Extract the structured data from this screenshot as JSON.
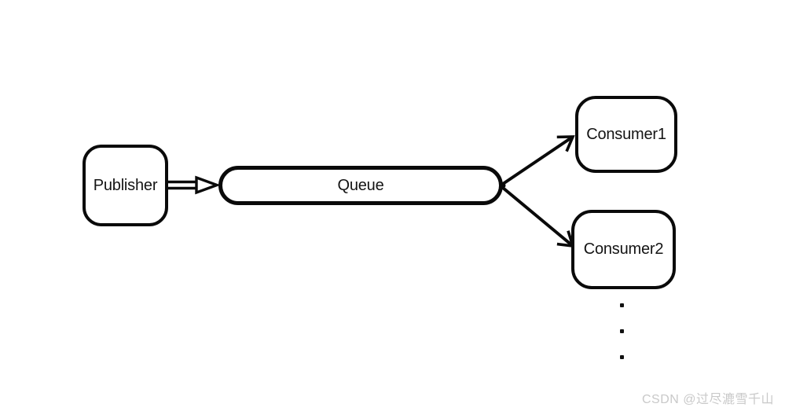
{
  "canvas": {
    "background": "#ffffff",
    "stroke_color": "#0a0a0a"
  },
  "diagram": {
    "title": "message-queue-fanout-diagram",
    "nodes": [
      {
        "id": "publisher",
        "label": "Publisher",
        "shape": "rounded-rect"
      },
      {
        "id": "queue",
        "label": "Queue",
        "shape": "pill"
      },
      {
        "id": "consumer1",
        "label": "Consumer1",
        "shape": "rounded-rect"
      },
      {
        "id": "consumer2",
        "label": "Consumer2",
        "shape": "rounded-rect"
      }
    ],
    "edges": [
      {
        "from": "publisher",
        "to": "queue",
        "style": "double-line-open-head"
      },
      {
        "from": "queue",
        "to": "consumer1",
        "style": "line-open-head"
      },
      {
        "from": "queue",
        "to": "consumer2",
        "style": "line-open-head"
      }
    ],
    "ellipsis_dots": 3
  },
  "watermark": {
    "text": "CSDN @过尽漉雪千山",
    "color": "#c9c9c9"
  }
}
